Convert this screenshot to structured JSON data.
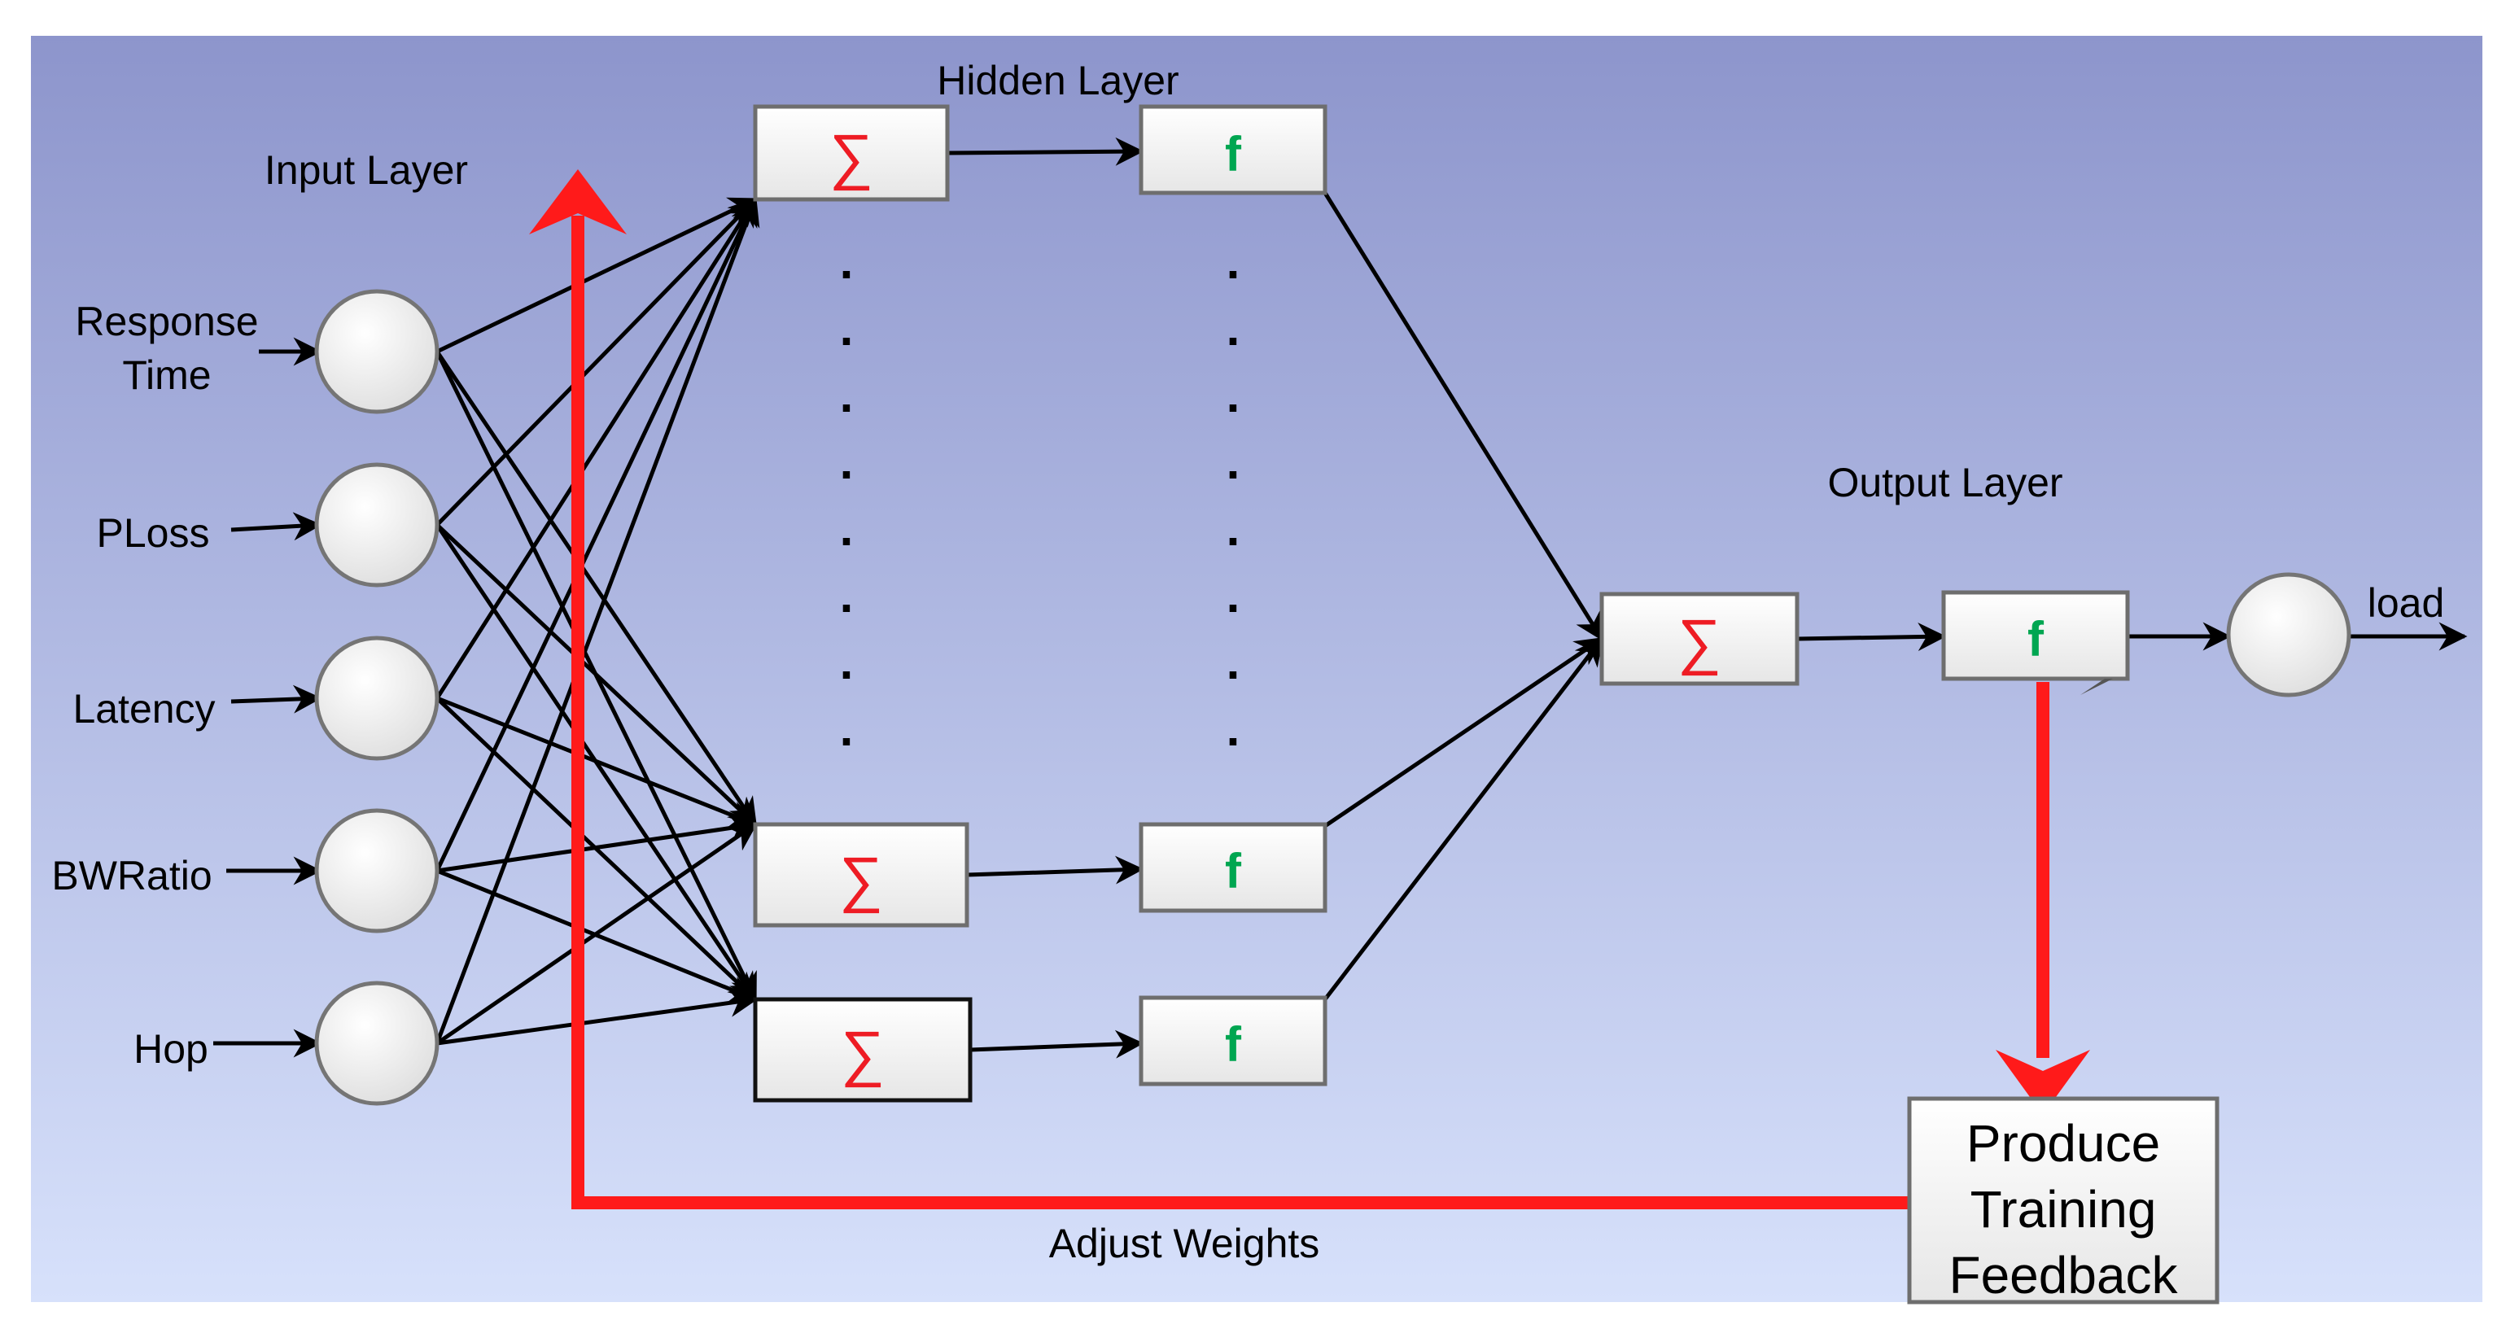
{
  "colors": {
    "background_top": "#8d95cc",
    "background_bottom": "#d7e1fb",
    "node_fill_light": "#ffffff",
    "node_fill_dark": "#dcdcdc",
    "node_stroke": "#757575",
    "arrow": "#000000",
    "feedback": "#ff1a1a",
    "sigma": "#ee1c24",
    "activation": "#00a651",
    "text": "#000000"
  },
  "labels": {
    "input_layer": "Input Layer",
    "hidden_layer": "Hidden Layer",
    "output_layer": "Output Layer",
    "adjust_weights": "Adjust Weights",
    "output_name": "load"
  },
  "inputs": [
    {
      "lines": [
        "Response",
        "Time"
      ]
    },
    {
      "lines": [
        "PLoss"
      ]
    },
    {
      "lines": [
        "Latency"
      ]
    },
    {
      "lines": [
        "BWRatio"
      ]
    },
    {
      "lines": [
        "Hop"
      ]
    }
  ],
  "symbols": {
    "sum": "∑",
    "activation": "f"
  },
  "feedback_box": {
    "lines": [
      "Produce",
      "Training",
      "Feedback"
    ]
  },
  "ellipsis": "."
}
